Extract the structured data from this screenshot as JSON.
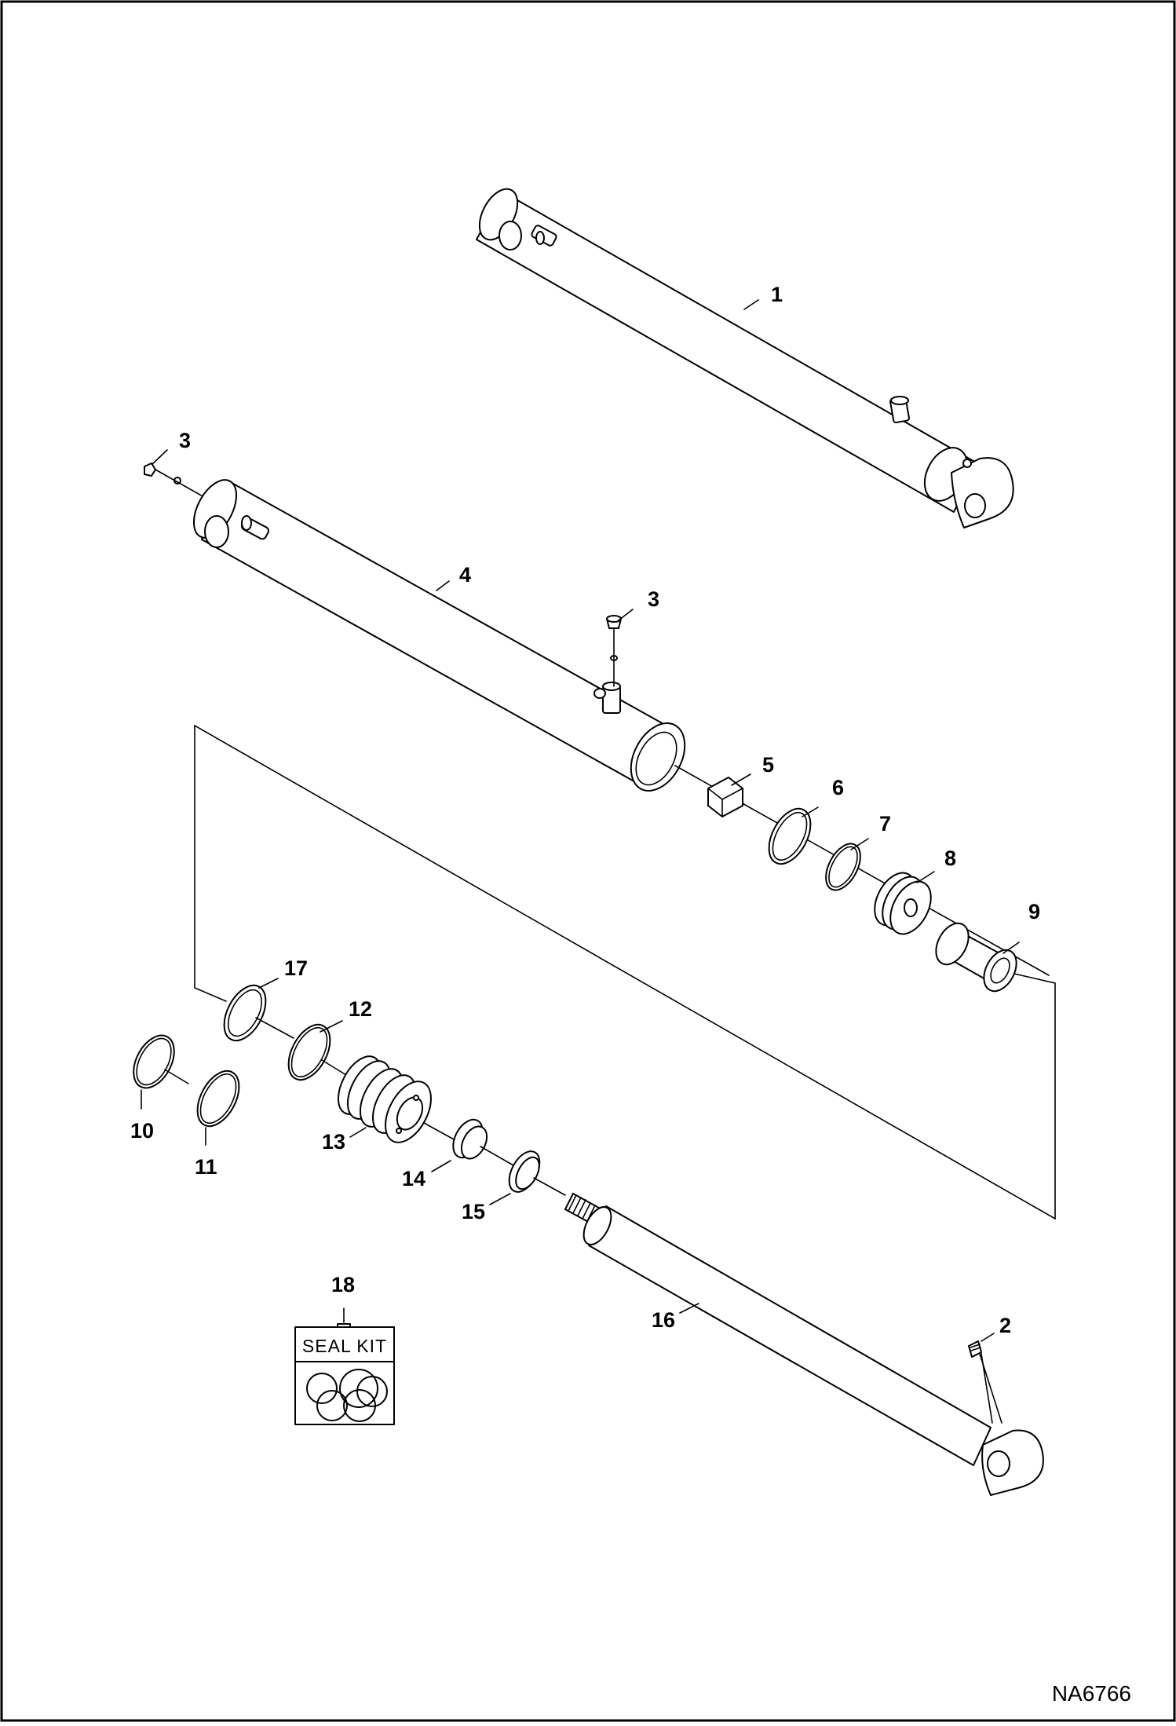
{
  "diagram": {
    "callouts": {
      "c1": "1",
      "c2": "2",
      "c3a": "3",
      "c3b": "3",
      "c4": "4",
      "c5": "5",
      "c6": "6",
      "c7": "7",
      "c8": "8",
      "c9": "9",
      "c10": "10",
      "c11": "11",
      "c12": "12",
      "c13": "13",
      "c14": "14",
      "c15": "15",
      "c16": "16",
      "c17": "17",
      "c18": "18"
    },
    "seal_kit_label": "SEAL KIT",
    "drawing_id": "NA6766"
  },
  "colors": {
    "line": "#000000",
    "background": "#ffffff"
  }
}
